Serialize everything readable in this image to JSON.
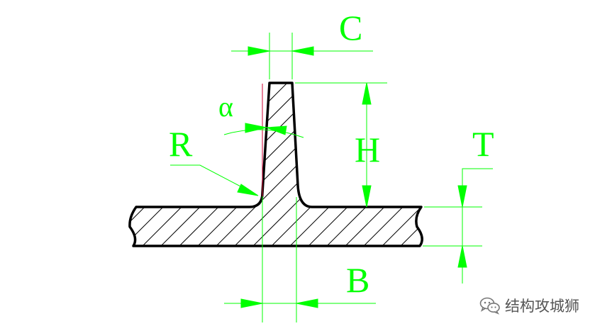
{
  "labels": {
    "c": "C",
    "alpha": "α",
    "r": "R",
    "h": "H",
    "t": "T",
    "b": "B"
  },
  "watermark": {
    "text": "结构攻城狮",
    "icon": "wechat-icon"
  },
  "colors": {
    "dimension": "#00ff00",
    "outline": "#000000",
    "hatch": "#000000",
    "centerline": "#cc0033",
    "background": "#ffffff"
  }
}
